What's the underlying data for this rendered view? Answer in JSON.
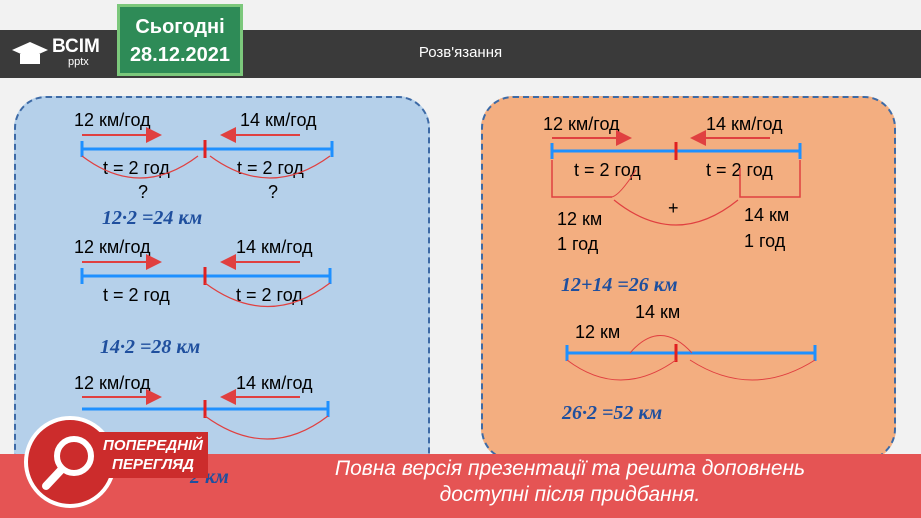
{
  "header": {
    "brand": "ВСІМ",
    "brand_sub": "pptx",
    "date_label": "Сьогодні",
    "date": "28.12.2021",
    "title": "Розв'язання"
  },
  "left_panel": {
    "block1": {
      "speed1": "12 км/год",
      "speed2": "14 км/год",
      "time1": "t = 2 год",
      "time2": "t = 2 год",
      "q1": "?",
      "q2": "?",
      "eq": "12·2 =24 км"
    },
    "block2": {
      "speed1": "12 км/год",
      "speed2": "14 км/год",
      "time1": "t = 2 год",
      "time2": "t = 2 год",
      "eq": "14·2 =28 км"
    },
    "block3": {
      "speed1": "12 км/год",
      "speed2": "14 км/год",
      "eq_partial": "2 км"
    }
  },
  "right_panel": {
    "speed1": "12 км/год",
    "speed2": "14 км/год",
    "time1": "t = 2 год",
    "time2": "t = 2 год",
    "plus": "+",
    "dist1": "12 км",
    "unit1": "1 год",
    "dist2": "14 км",
    "unit2": "1 год",
    "eq1": "12+14 =26 км",
    "bottom_dist1": "12 км",
    "bottom_dist2": "14 км",
    "eq2": "26·2 =52 км"
  },
  "preview": {
    "label_line1": "ПОПЕРЕДНІЙ",
    "label_line2": "ПЕРЕГЛЯД",
    "banner_line1": "Повна версія презентації та решта доповнень",
    "banner_line2": "доступні після придбання."
  },
  "colors": {
    "header_bg": "#3a3a3a",
    "date_bg": "#2e8b57",
    "left_panel_bg": "#b5d0ea",
    "right_panel_bg": "#f3ae80",
    "banner_bg": "#e55454",
    "line_blue": "#1e90ff",
    "arrow_red": "#e04040",
    "equation_blue": "#1f4f9e"
  }
}
